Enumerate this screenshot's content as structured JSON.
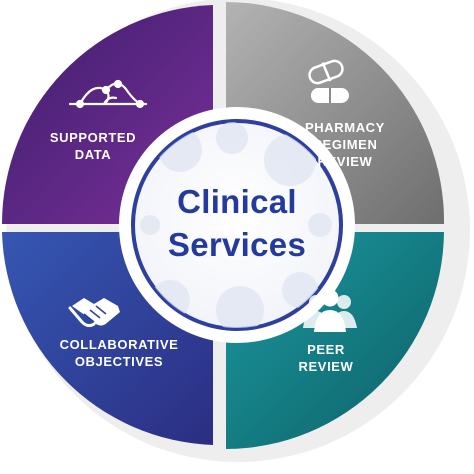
{
  "center": {
    "line1": "Clinical",
    "line2": "Services"
  },
  "segments": {
    "supported_data": {
      "line1": "SUPPORTED",
      "line2": "DATA",
      "icon": "network-icon",
      "color": "#5b2a86"
    },
    "pharmacy_review": {
      "line1": "PHARMACY",
      "line2": "REGIMEN",
      "line3": "REVIEW",
      "icon": "pills-icon",
      "color": "#8c8c8c"
    },
    "collaborative_objectives": {
      "line1": "COLLABORATIVE",
      "line2": "OBJECTIVES",
      "icon": "handshake-icon",
      "color": "#2c3f98"
    },
    "peer_review": {
      "line1": "PEER",
      "line2": "REVIEW",
      "icon": "people-icon",
      "color": "#1a7f84"
    }
  },
  "colors": {
    "center_text": "#243a9c",
    "ring_border": "#2e3f9e"
  }
}
